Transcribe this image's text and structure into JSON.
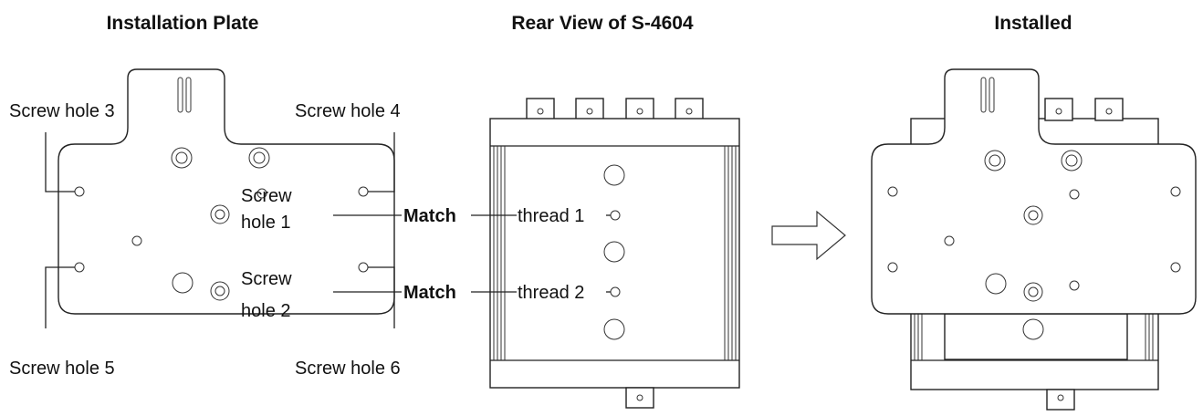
{
  "headers": {
    "plate": "Installation Plate",
    "rear": "Rear View of S-4604",
    "installed": "Installed"
  },
  "plate_labels": {
    "hole3": "Screw hole 3",
    "hole4": "Screw hole 4",
    "hole5": "Screw hole 5",
    "hole6": "Screw hole 6",
    "hole1_line1": "Screw",
    "hole1_line2": "hole 1",
    "hole2_line1": "Screw",
    "hole2_line2": "hole 2"
  },
  "match_labels": {
    "match1": "Match",
    "match2": "Match"
  },
  "thread_labels": {
    "thread1": "thread 1",
    "thread2": "thread 2"
  },
  "flow_arrow": "right-arrow"
}
